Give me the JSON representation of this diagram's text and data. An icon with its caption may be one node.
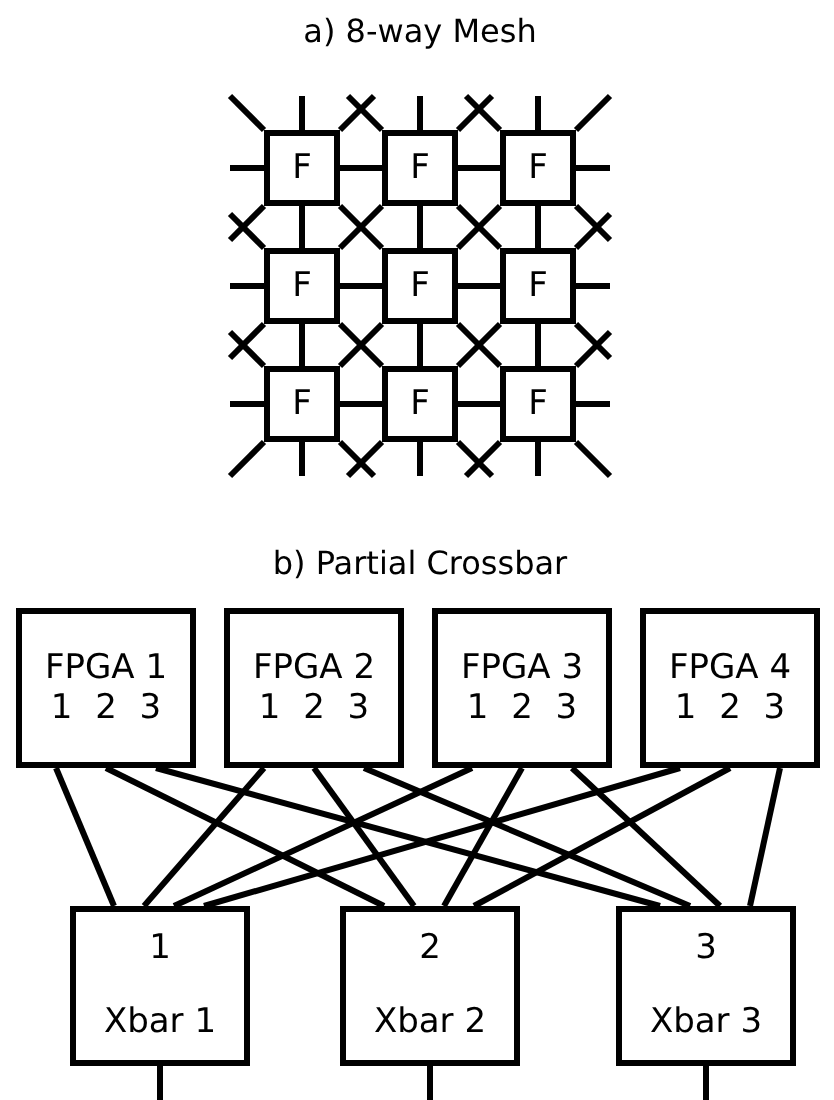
{
  "diagram": {
    "nodes": [
      {
        "text": [
          "F"
        ]
      },
      {
        "text": [
          "F"
        ]
      },
      {
        "text": [
          "F"
        ]
      },
      {
        "text": [
          "F"
        ]
      },
      {
        "text": [
          "F"
        ]
      },
      {
        "text": [
          "F"
        ]
      },
      {
        "text": [
          "F"
        ]
      },
      {
        "text": [
          "F"
        ]
      },
      {
        "text": [
          "F"
        ]
      },
      {
        "text": [
          "FPGA 1",
          "1 2 3"
        ]
      },
      {
        "text": [
          "FPGA 2",
          "1 2 3"
        ]
      },
      {
        "text": [
          "FPGA 3",
          "1 2 3"
        ]
      },
      {
        "text": [
          "FPGA 4",
          "1 2 3"
        ]
      },
      {
        "text": [
          "1",
          "Xbar 1"
        ]
      },
      {
        "text": [
          "2",
          "Xbar 2"
        ]
      },
      {
        "text": [
          "3",
          "Xbar 3"
        ]
      }
    ],
    "edges": [
      {
        "from": 0,
        "to": 1,
        "arrow": "none"
      },
      {
        "from": 1,
        "to": 2,
        "arrow": "none"
      },
      {
        "from": 3,
        "to": 4,
        "arrow": "none"
      },
      {
        "from": 4,
        "to": 5,
        "arrow": "none"
      },
      {
        "from": 6,
        "to": 7,
        "arrow": "none"
      },
      {
        "from": 7,
        "to": 8,
        "arrow": "none"
      },
      {
        "from": 0,
        "to": 3,
        "arrow": "none"
      },
      {
        "from": 3,
        "to": 6,
        "arrow": "none"
      },
      {
        "from": 1,
        "to": 4,
        "arrow": "none"
      },
      {
        "from": 4,
        "to": 7,
        "arrow": "none"
      },
      {
        "from": 2,
        "to": 5,
        "arrow": "none"
      },
      {
        "from": 5,
        "to": 8,
        "arrow": "none"
      },
      {
        "from": 0,
        "to": 4,
        "arrow": "none"
      },
      {
        "from": 1,
        "to": 5,
        "arrow": "none"
      },
      {
        "from": 3,
        "to": 7,
        "arrow": "none"
      },
      {
        "from": 4,
        "to": 8,
        "arrow": "none"
      },
      {
        "from": 1,
        "to": 3,
        "arrow": "none"
      },
      {
        "from": 2,
        "to": 4,
        "arrow": "none"
      },
      {
        "from": 4,
        "to": 6,
        "arrow": "none"
      },
      {
        "from": 5,
        "to": 7,
        "arrow": "none"
      },
      {
        "from": 0,
        "to": null,
        "arrow": "none"
      },
      {
        "from": 0,
        "to": null,
        "arrow": "none"
      },
      {
        "from": 0,
        "to": null,
        "arrow": "none"
      },
      {
        "from": 0,
        "to": null,
        "arrow": "none"
      },
      {
        "from": 0,
        "to": null,
        "arrow": "none"
      },
      {
        "from": 1,
        "to": null,
        "arrow": "none"
      },
      {
        "from": 1,
        "to": null,
        "arrow": "none"
      },
      {
        "from": 1,
        "to": null,
        "arrow": "none"
      },
      {
        "from": 2,
        "to": null,
        "arrow": "none"
      },
      {
        "from": 2,
        "to": null,
        "arrow": "none"
      },
      {
        "from": 2,
        "to": null,
        "arrow": "none"
      },
      {
        "from": 2,
        "to": null,
        "arrow": "none"
      },
      {
        "from": 2,
        "to": null,
        "arrow": "none"
      },
      {
        "from": 3,
        "to": null,
        "arrow": "none"
      },
      {
        "from": 3,
        "to": null,
        "arrow": "none"
      },
      {
        "from": 3,
        "to": null,
        "arrow": "none"
      },
      {
        "from": 5,
        "to": null,
        "arrow": "none"
      },
      {
        "from": 5,
        "to": null,
        "arrow": "none"
      },
      {
        "from": 5,
        "to": null,
        "arrow": "none"
      },
      {
        "from": 6,
        "to": null,
        "arrow": "none"
      },
      {
        "from": 6,
        "to": null,
        "arrow": "none"
      },
      {
        "from": 6,
        "to": null,
        "arrow": "none"
      },
      {
        "from": 6,
        "to": null,
        "arrow": "none"
      },
      {
        "from": 6,
        "to": null,
        "arrow": "none"
      },
      {
        "from": 7,
        "to": null,
        "arrow": "none"
      },
      {
        "from": 7,
        "to": null,
        "arrow": "none"
      },
      {
        "from": 7,
        "to": null,
        "arrow": "none"
      },
      {
        "from": 8,
        "to": null,
        "arrow": "none"
      },
      {
        "from": 8,
        "to": null,
        "arrow": "none"
      },
      {
        "from": 8,
        "to": null,
        "arrow": "none"
      },
      {
        "from": 8,
        "to": null,
        "arrow": "none"
      },
      {
        "from": 8,
        "to": null,
        "arrow": "none"
      },
      {
        "from": 9,
        "to": 13,
        "arrow": "none"
      },
      {
        "from": 9,
        "to": 14,
        "arrow": "none"
      },
      {
        "from": 9,
        "to": 15,
        "arrow": "none"
      },
      {
        "from": 10,
        "to": 13,
        "arrow": "none"
      },
      {
        "from": 10,
        "to": 14,
        "arrow": "none"
      },
      {
        "from": 10,
        "to": 15,
        "arrow": "none"
      },
      {
        "from": 11,
        "to": 13,
        "arrow": "none"
      },
      {
        "from": 11,
        "to": 14,
        "arrow": "none"
      },
      {
        "from": 11,
        "to": 15,
        "arrow": "none"
      },
      {
        "from": 12,
        "to": 13,
        "arrow": "none"
      },
      {
        "from": 12,
        "to": 14,
        "arrow": "none"
      },
      {
        "from": 12,
        "to": 15,
        "arrow": "none"
      },
      {
        "from": 13,
        "to": null,
        "arrow": "none"
      },
      {
        "from": 14,
        "to": null,
        "arrow": "none"
      },
      {
        "from": 15,
        "to": null,
        "arrow": "none"
      }
    ],
    "labels": [
      "a) 8-way Mesh",
      "b) Partial Crossbar"
    ]
  }
}
